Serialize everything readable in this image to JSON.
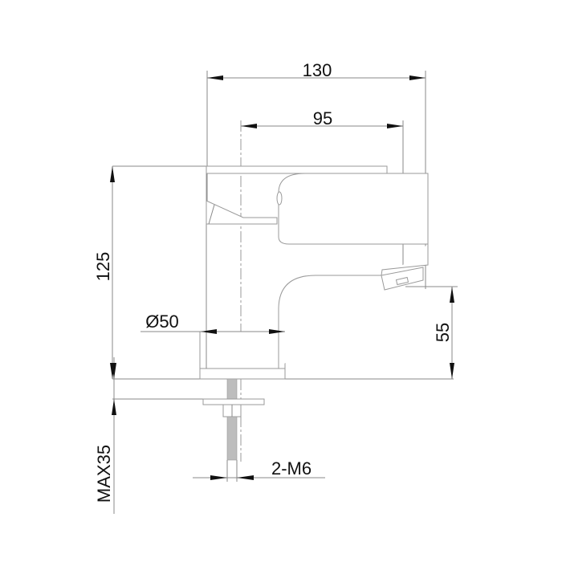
{
  "drawing": {
    "dimensions": {
      "overall_length": "130",
      "spout_reach": "95",
      "overall_height": "125",
      "spout_height": "55",
      "base_diameter": "Ø50",
      "max_deck_thickness": "MAX35",
      "fixing_bolts": "2-M6"
    },
    "colors": {
      "line": "#8a8a8a",
      "text": "#111111"
    }
  }
}
